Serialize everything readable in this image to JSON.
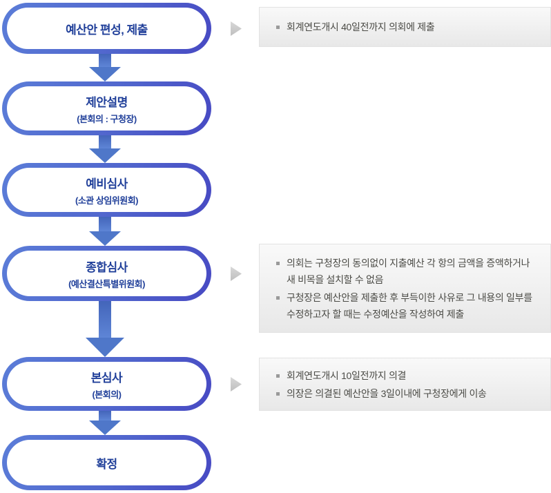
{
  "flow": {
    "steps": [
      {
        "title": "예산안 편성, 제출"
      },
      {
        "title": "제안설명",
        "subtitle": "(본회의 : 구청장)"
      },
      {
        "title": "예비심사",
        "subtitle": "(소관 상임위원회)"
      },
      {
        "title": "종합심사",
        "subtitle": "(예산결산특별위원회)"
      },
      {
        "title": "본심사",
        "subtitle": "(본회의)"
      },
      {
        "title": "확정"
      }
    ]
  },
  "notes": [
    {
      "for_step": "예산안 편성, 제출",
      "items": [
        "회계연도개시 40일전까지 의회에 제출"
      ]
    },
    {
      "for_step": "종합심사",
      "items": [
        "의회는 구청장의 동의없이 지출예산 각 항의 금액을 증액하거나 새 비목을 설치할 수 없음",
        "구청장은 예산안을 제출한 후 부득이한 사유로 그 내용의 일부를 수정하고자 할 때는 수정예산을 작성하여 제출"
      ]
    },
    {
      "for_step": "본심사",
      "items": [
        "회계연도개시 10일전까지 의결",
        "의장은 의결된 예산안을 3일이내에 구청장에게 이송"
      ]
    }
  ],
  "colors": {
    "pill_border_start": "#5b7dd8",
    "pill_border_end": "#4749c3",
    "step_text": "#21409a",
    "arrow_blue": "#4f77c9",
    "note_bg_top": "#f9f9f9",
    "note_bg_bottom": "#e8e8e8",
    "note_border": "#e2e2e2",
    "note_text": "#4b4b46",
    "bullet": "#9a9a9a",
    "pointer_gray": "#c9c9c9"
  }
}
